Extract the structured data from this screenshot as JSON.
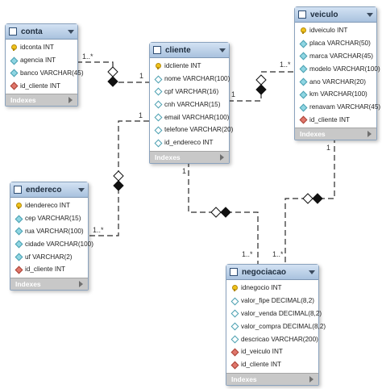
{
  "tables": {
    "conta": {
      "name": "conta",
      "footer": "Indexes",
      "columns": [
        {
          "text": "idconta INT",
          "kind": "key"
        },
        {
          "text": "agencia INT",
          "kind": "attr"
        },
        {
          "text": "banco VARCHAR(45)",
          "kind": "attr"
        },
        {
          "text": "id_cliente INT",
          "kind": "fk"
        }
      ]
    },
    "cliente": {
      "name": "cliente",
      "footer": "Indexes",
      "columns": [
        {
          "text": "idcliente INT",
          "kind": "key"
        },
        {
          "text": "nome VARCHAR(100)",
          "kind": "attr-null"
        },
        {
          "text": "cpf VARCHAR(16)",
          "kind": "attr-null"
        },
        {
          "text": "cnh VARCHAR(15)",
          "kind": "attr-null"
        },
        {
          "text": "email VARCHAR(100)",
          "kind": "attr-null"
        },
        {
          "text": "telefone VARCHAR(20)",
          "kind": "attr-null"
        },
        {
          "text": "id_endereco INT",
          "kind": "attr-null"
        }
      ]
    },
    "veiculo": {
      "name": "veiculo",
      "footer": "Indexes",
      "columns": [
        {
          "text": "idveiculo INT",
          "kind": "key"
        },
        {
          "text": "placa VARCHAR(50)",
          "kind": "attr"
        },
        {
          "text": "marca VARCHAR(45)",
          "kind": "attr"
        },
        {
          "text": "modelo VARCHAR(100)",
          "kind": "attr"
        },
        {
          "text": "ano VARCHAR(20)",
          "kind": "attr"
        },
        {
          "text": "km VARCHAR(100)",
          "kind": "attr"
        },
        {
          "text": "renavam VARCHAR(45)",
          "kind": "attr"
        },
        {
          "text": "id_cliente INT",
          "kind": "fk"
        }
      ]
    },
    "endereco": {
      "name": "endereco",
      "footer": "Indexes",
      "columns": [
        {
          "text": "idendereco INT",
          "kind": "key"
        },
        {
          "text": "cep VARCHAR(15)",
          "kind": "attr"
        },
        {
          "text": "rua VARCHAR(100)",
          "kind": "attr"
        },
        {
          "text": "cidade VARCHAR(100)",
          "kind": "attr"
        },
        {
          "text": "uf VARCHAR(2)",
          "kind": "attr"
        },
        {
          "text": "id_cliente INT",
          "kind": "fk"
        }
      ]
    },
    "negociacao": {
      "name": "negociacao",
      "footer": "Indexes",
      "columns": [
        {
          "text": "idnegocio INT",
          "kind": "key"
        },
        {
          "text": "valor_fipe DECIMAL(8,2)",
          "kind": "attr-null"
        },
        {
          "text": "valor_venda DECIMAL(8,2)",
          "kind": "attr-null"
        },
        {
          "text": "valor_compra DECIMAL(8,2)",
          "kind": "attr-null"
        },
        {
          "text": "descricao VARCHAR(200)",
          "kind": "attr-null"
        },
        {
          "text": "id_veiculo INT",
          "kind": "fk"
        },
        {
          "text": "id_cliente INT",
          "kind": "fk"
        }
      ]
    }
  },
  "relationships": [
    {
      "id": "conta-cliente",
      "one": "1",
      "many": "1..*"
    },
    {
      "id": "cliente-veiculo",
      "one": "1",
      "many": "1..*"
    },
    {
      "id": "cliente-endereco",
      "one": "1",
      "many": "1..*"
    },
    {
      "id": "cliente-negociacao",
      "one": "1",
      "many": "1..*"
    },
    {
      "id": "veiculo-negociacao",
      "one": "1",
      "many": "1..*"
    }
  ]
}
